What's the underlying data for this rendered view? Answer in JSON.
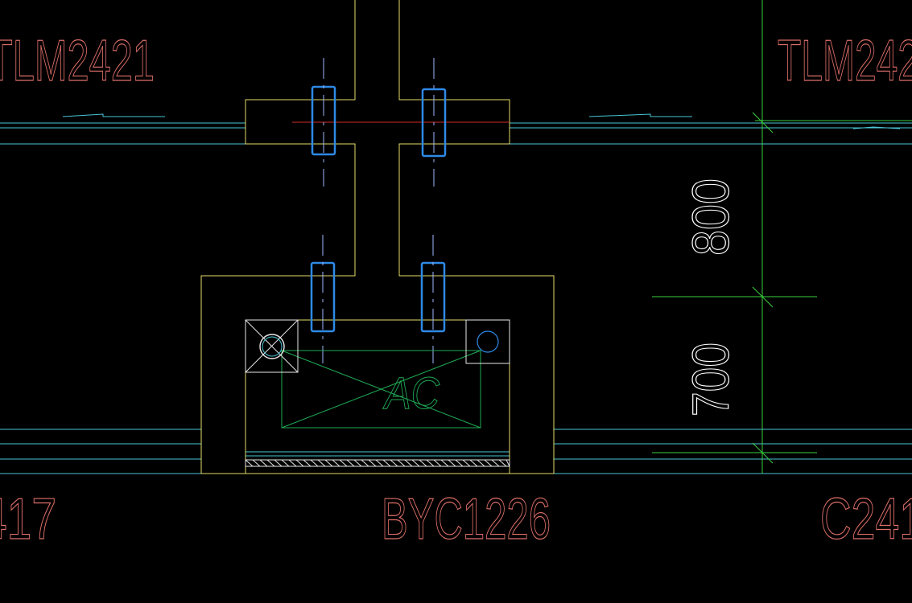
{
  "colors": {
    "background": "#000000",
    "wall_cyan": "#49c6d8",
    "outline_yellow": "#e6dc6a",
    "rebar_blue": "#2e8ae6",
    "axis_red": "#d22b2b",
    "dim_green": "#39d13c",
    "text_red": "#e0706a",
    "text_white": "#ffffff",
    "ac_green": "#1faa55",
    "hatch_white": "#e8e8e8"
  },
  "labels": {
    "top_left_code": "TLM2421",
    "top_right_code": "TLM242",
    "bottom_left_code": "417",
    "bottom_center_code": "BYC1226",
    "bottom_right_code": "C241",
    "ac_tag": "AC"
  },
  "dimensions": {
    "upper_value": "800",
    "lower_value": "700"
  },
  "icons": {
    "ac_unit": "ac-unit-symbol",
    "drain_left": "floor-drain-icon",
    "drain_right": "floor-drain-icon"
  }
}
